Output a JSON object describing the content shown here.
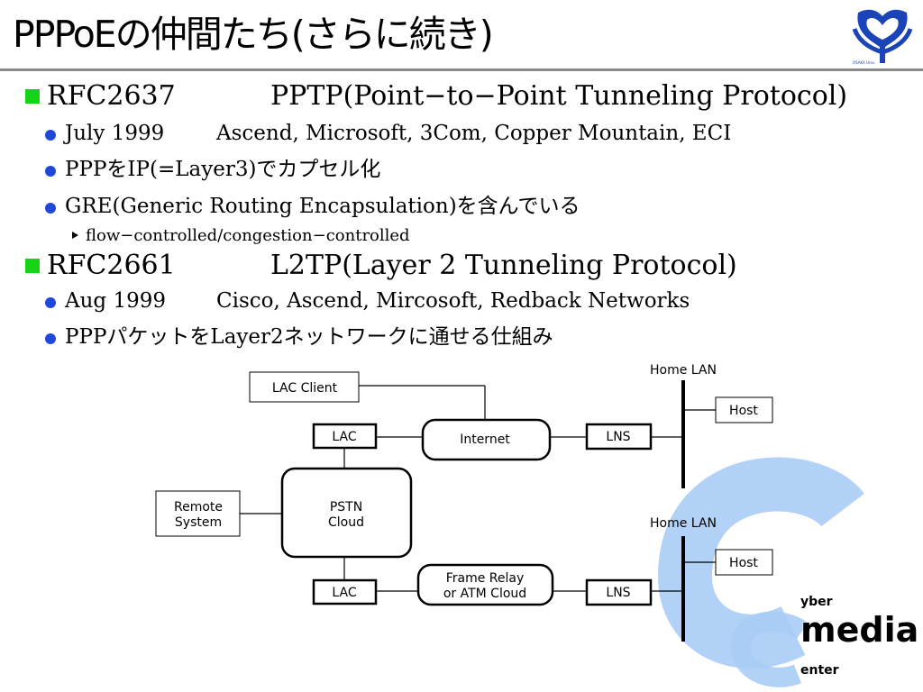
{
  "title": "PPPoEの仲間たち(さらに続き)",
  "logo": {
    "small_text": "OSAKA Univ."
  },
  "sections": [
    {
      "id": "RFC2637",
      "name": "PPTP(Point−to−Point Tunneling Protocol)",
      "bullets": [
        {
          "date": "July 1999",
          "text": "Ascend, Microsoft, 3Com, Copper Mountain, ECI"
        },
        {
          "text": "PPPをIP(=Layer3)でカプセル化"
        },
        {
          "text": "GRE(Generic Routing Encapsulation)を含んでいる"
        }
      ],
      "sub_bullet": "flow−controlled/congestion−controlled"
    },
    {
      "id": "RFC2661",
      "name": "L2TP(Layer 2 Tunneling Protocol)",
      "bullets": [
        {
          "date": "Aug 1999",
          "text": "Cisco, Ascend, Mircosoft, Redback Networks"
        },
        {
          "text": "PPPパケットをLayer2ネットワークに通せる仕組み"
        }
      ]
    }
  ],
  "diagram": {
    "lac_client": "LAC Client",
    "lac_top": "LAC",
    "internet": "Internet",
    "lns_top": "LNS",
    "home_lan_top": "Home LAN",
    "host_top": "Host",
    "remote_system": [
      "Remote",
      "System"
    ],
    "pstn": [
      "PSTN",
      "Cloud"
    ],
    "lac_bottom": "LAC",
    "frame_relay": [
      "Frame Relay",
      "or ATM Cloud"
    ],
    "lns_bottom": "LNS",
    "home_lan_bottom": "Home LAN",
    "host_bottom": "Host"
  },
  "watermark": {
    "line1": "yber",
    "line2": "media",
    "line3": "enter"
  },
  "colors": {
    "square_bullet": "#17d417",
    "dot_bullet": "#1f47d9",
    "logo": "#1a44b8",
    "watermark": "#7fb0f0"
  }
}
